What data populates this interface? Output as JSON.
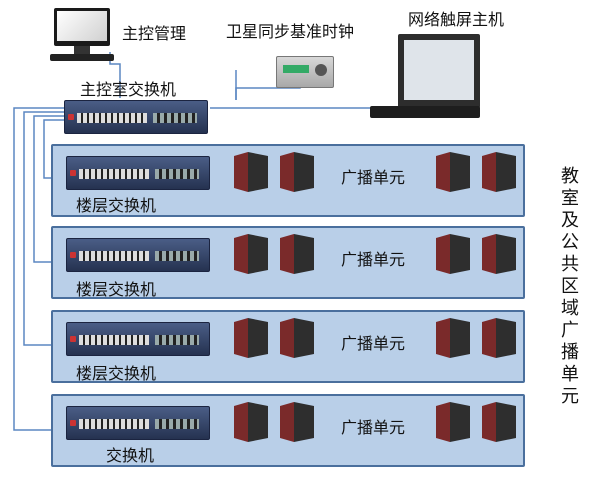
{
  "labels": {
    "control_mgmt": "主控管理",
    "sat_clock": "卫星同步基准时钟",
    "touch_host": "网络触屏主机",
    "main_switch": "主控室交换机"
  },
  "side_title": [
    "教",
    "室",
    "及",
    "公",
    "共",
    "区",
    "域",
    "广",
    "播",
    "单",
    "元"
  ],
  "panels": [
    {
      "switch_label": "楼层交换机",
      "unit_label": "广播单元"
    },
    {
      "switch_label": "楼层交换机",
      "unit_label": "广播单元"
    },
    {
      "switch_label": "楼层交换机",
      "unit_label": "广播单元"
    },
    {
      "switch_label": "交换机",
      "unit_label": "广播单元"
    }
  ],
  "colors": {
    "panel_fill": "#b9cfe8",
    "panel_border": "#4a6f9d",
    "line": "#5b87c2"
  }
}
